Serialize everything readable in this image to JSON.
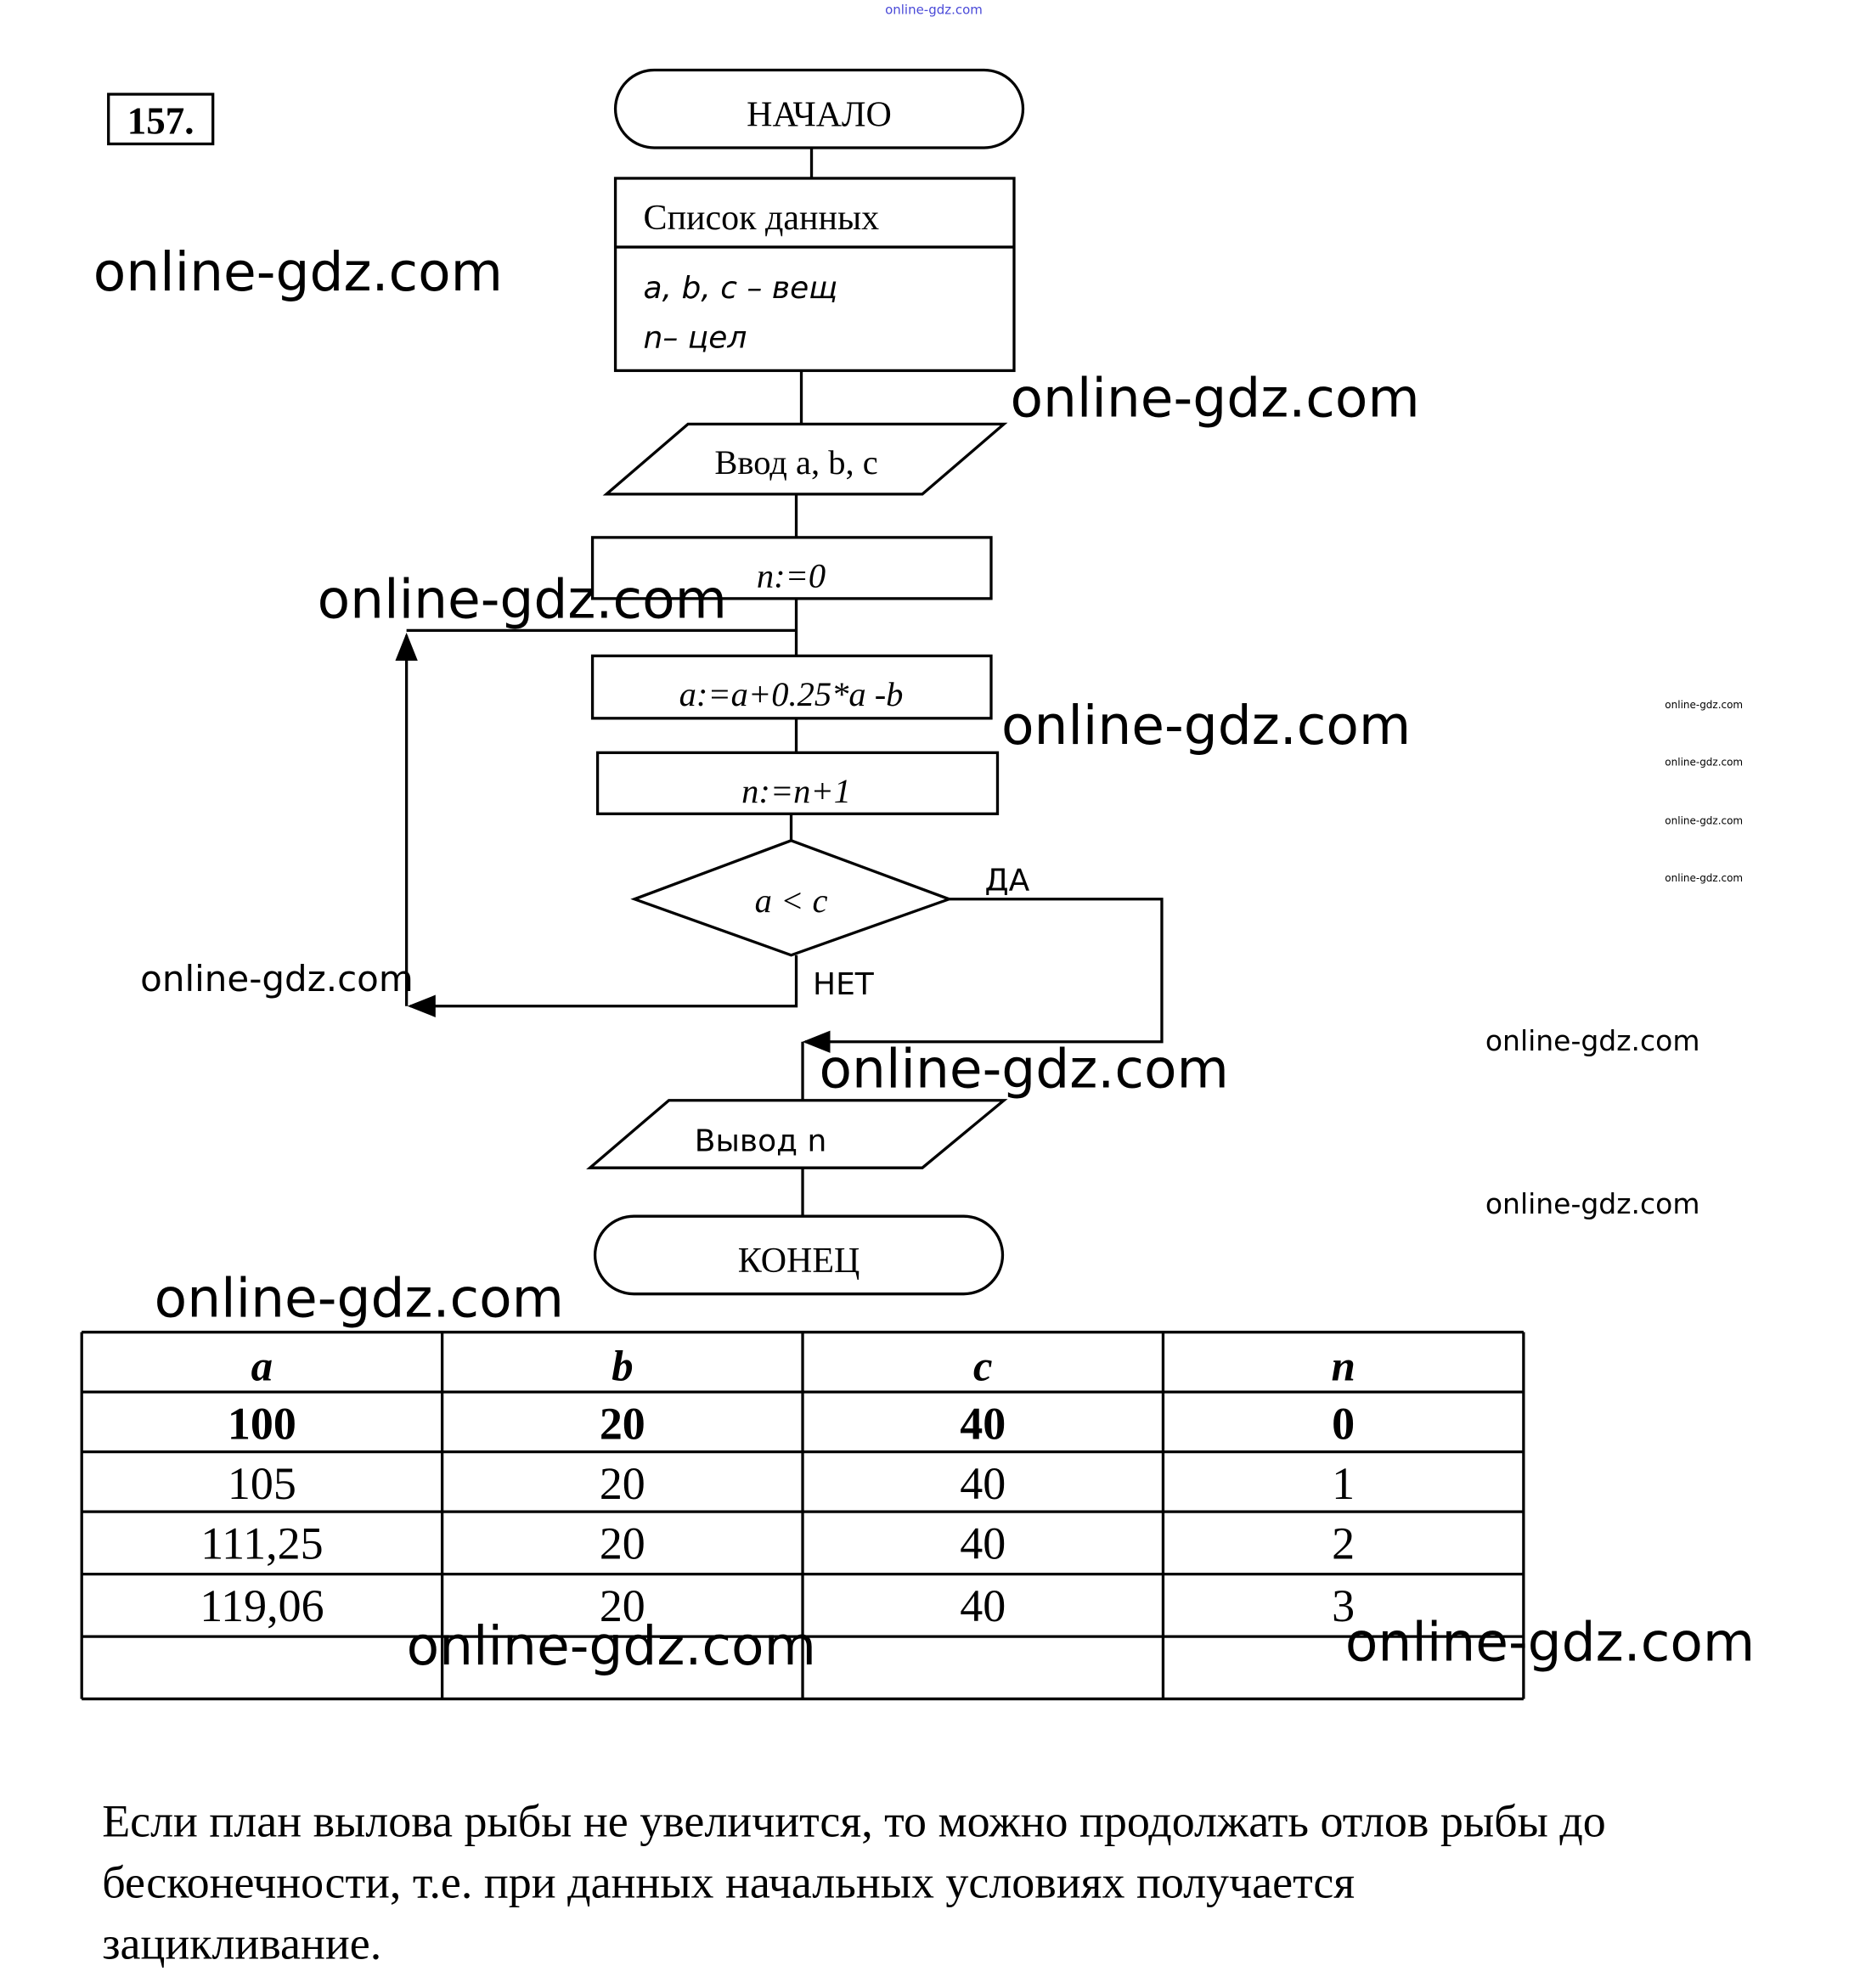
{
  "problem_number": "157.",
  "top_watermark": "online-gdz.com",
  "flowchart": {
    "start": "НАЧАЛО",
    "data_list_title": "Список данных",
    "data_list_line1": "a, b, c – вещ",
    "data_list_line2": "n– цел",
    "input": "Ввод a, b, c",
    "init": "n:=0",
    "step1": "a:=a+0.25*a -b",
    "step2": "n:=n+1",
    "condition": "a < c",
    "yes_label": "ДА",
    "no_label": "НЕТ",
    "output": "Вывод n",
    "end": "КОНЕЦ"
  },
  "table": {
    "headers": [
      "a",
      "b",
      "c",
      "n"
    ],
    "rows": [
      [
        "100",
        "20",
        "40",
        "0"
      ],
      [
        "105",
        "20",
        "40",
        "1"
      ],
      [
        "111,25",
        "20",
        "40",
        "2"
      ],
      [
        "119,06",
        "20",
        "40",
        "3"
      ],
      [
        "",
        "",
        "",
        ""
      ]
    ]
  },
  "conclusion": [
    "Если план вылова рыбы не увеличится, то можно продолжать отлов рыбы до",
    "бесконечности, т.е. при данных начальных условиях получается",
    "зацикливание."
  ],
  "watermarks": [
    "online-gdz.com",
    "online-gdz.com",
    "online-gdz.com",
    "online-gdz.com",
    "online-gdz.com",
    "online-gdz.com",
    "online-gdz.com",
    "online-gdz.com",
    "online-gdz.com",
    "online-gdz.com",
    "online-gdz.com",
    "online-gdz.com",
    "online-gdz.com",
    "online-gdz.com",
    "online-gdz.com"
  ],
  "colors": {
    "top_watermark": "#4a4ad8"
  }
}
